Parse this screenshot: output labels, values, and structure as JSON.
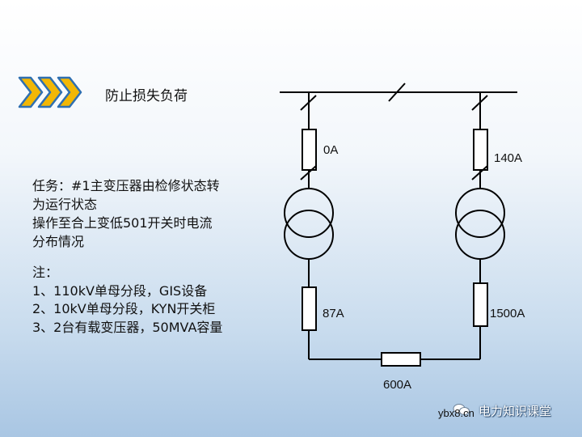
{
  "slide": {
    "title": "防止损失负荷",
    "task_lines": [
      "任务：#1主变压器由检修状态转",
      "为运行状态",
      "操作至合上变低501开关时电流",
      "分布情况"
    ],
    "notes_heading": "注：",
    "notes": [
      "1、110kV单母分段，GIS设备",
      "2、10kV单母分段，KYN开关柜",
      "3、2台有载变压器，50MVA容量"
    ]
  },
  "diagram": {
    "currents": {
      "left_hv": "0A",
      "right_hv": "140A",
      "left_lv": "87A",
      "right_lv": "1500A",
      "tie": "600A"
    }
  },
  "watermark": {
    "brand": "电力知识课堂",
    "url": "ybx8.cn"
  },
  "colors": {
    "chevron_fill": "#f2b705",
    "chevron_edge": "#2f6fb0",
    "lines": "#000000"
  }
}
